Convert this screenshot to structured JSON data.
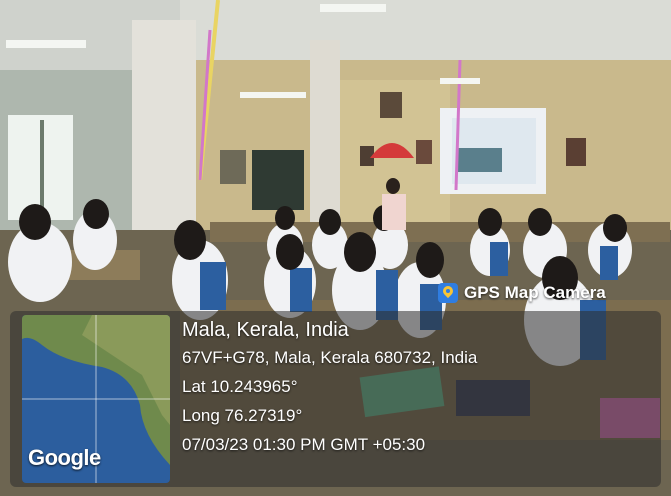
{
  "stamp": {
    "app_name": "GPS Map Camera",
    "app_icon": "map-pin-icon",
    "title": "Mala, Kerala, India",
    "address": "67VF+G78, Mala, Kerala 680732, India",
    "lat": "Lat 10.243965°",
    "long": "Long 76.27319°",
    "datetime": "07/03/23 01:30 PM GMT +05:30",
    "map_provider": "Google"
  },
  "colors": {
    "overlay": "#2d2d2d",
    "text": "#ffffff",
    "icon_bg": "#2f7de1",
    "icon_pin": "#f6c436"
  }
}
